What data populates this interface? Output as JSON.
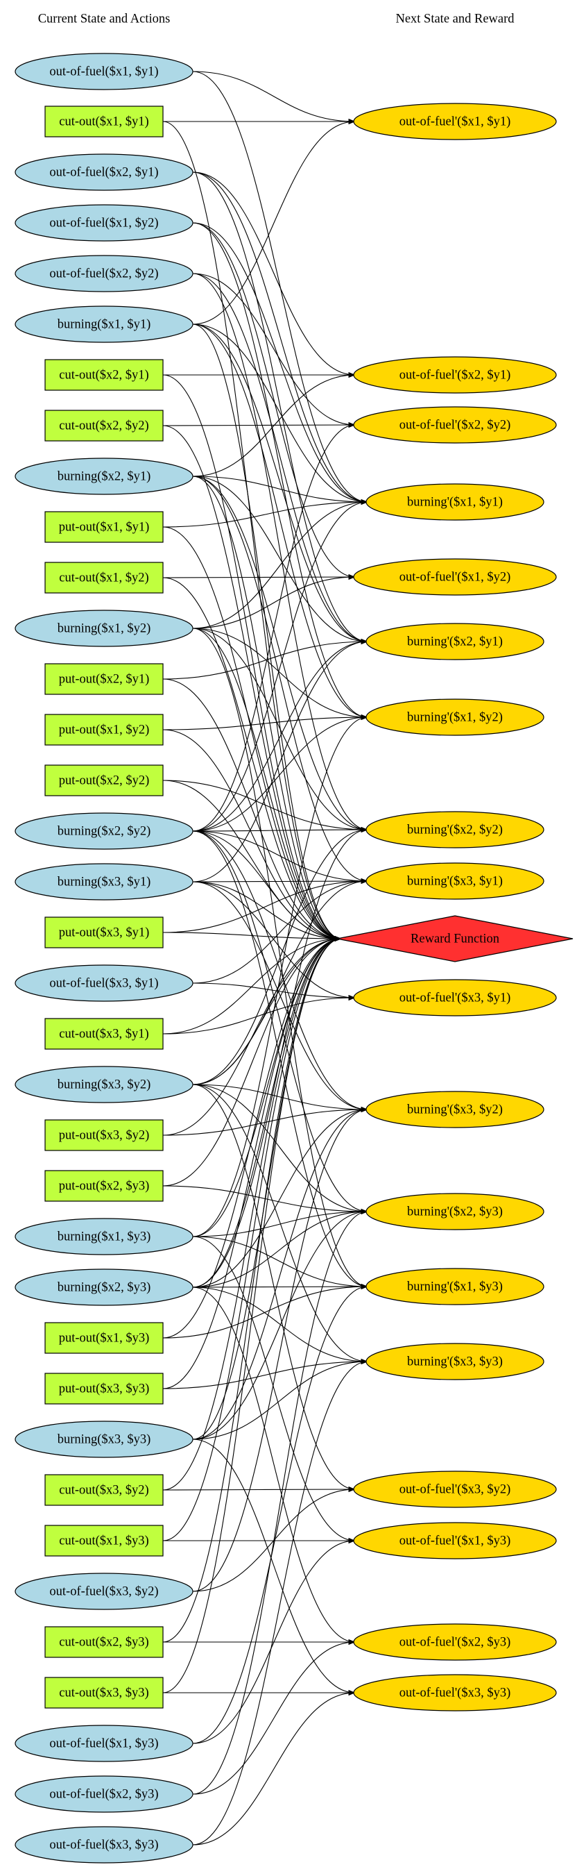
{
  "headers": {
    "left": "Current State and Actions",
    "right": "Next State and Reward"
  },
  "colors": {
    "state_fill": "#add8e6",
    "action_fill": "#c0ff3e",
    "next_state_fill": "#ffd700",
    "reward_fill": "#ff3030",
    "edge": "#000000"
  },
  "left_nodes": [
    {
      "id": "L1",
      "label": "out-of-fuel($x1, $y1)",
      "kind": "state"
    },
    {
      "id": "L2",
      "label": "cut-out($x1, $y1)",
      "kind": "action"
    },
    {
      "id": "L3",
      "label": "out-of-fuel($x2, $y1)",
      "kind": "state"
    },
    {
      "id": "L4",
      "label": "out-of-fuel($x1, $y2)",
      "kind": "state"
    },
    {
      "id": "L5",
      "label": "out-of-fuel($x2, $y2)",
      "kind": "state"
    },
    {
      "id": "L6",
      "label": "burning($x1, $y1)",
      "kind": "state"
    },
    {
      "id": "L7",
      "label": "cut-out($x2, $y1)",
      "kind": "action"
    },
    {
      "id": "L8",
      "label": "cut-out($x2, $y2)",
      "kind": "action"
    },
    {
      "id": "L9",
      "label": "burning($x2, $y1)",
      "kind": "state"
    },
    {
      "id": "L10",
      "label": "put-out($x1, $y1)",
      "kind": "action"
    },
    {
      "id": "L11",
      "label": "cut-out($x1, $y2)",
      "kind": "action"
    },
    {
      "id": "L12",
      "label": "burning($x1, $y2)",
      "kind": "state"
    },
    {
      "id": "L13",
      "label": "put-out($x2, $y1)",
      "kind": "action"
    },
    {
      "id": "L14",
      "label": "put-out($x1, $y2)",
      "kind": "action"
    },
    {
      "id": "L15",
      "label": "put-out($x2, $y2)",
      "kind": "action"
    },
    {
      "id": "L16",
      "label": "burning($x2, $y2)",
      "kind": "state"
    },
    {
      "id": "L17",
      "label": "burning($x3, $y1)",
      "kind": "state"
    },
    {
      "id": "L18",
      "label": "put-out($x3, $y1)",
      "kind": "action"
    },
    {
      "id": "L19",
      "label": "out-of-fuel($x3, $y1)",
      "kind": "state"
    },
    {
      "id": "L20",
      "label": "cut-out($x3, $y1)",
      "kind": "action"
    },
    {
      "id": "L21",
      "label": "burning($x3, $y2)",
      "kind": "state"
    },
    {
      "id": "L22",
      "label": "put-out($x3, $y2)",
      "kind": "action"
    },
    {
      "id": "L23",
      "label": "put-out($x2, $y3)",
      "kind": "action"
    },
    {
      "id": "L24",
      "label": "burning($x1, $y3)",
      "kind": "state"
    },
    {
      "id": "L25",
      "label": "burning($x2, $y3)",
      "kind": "state"
    },
    {
      "id": "L26",
      "label": "put-out($x1, $y3)",
      "kind": "action"
    },
    {
      "id": "L27",
      "label": "put-out($x3, $y3)",
      "kind": "action"
    },
    {
      "id": "L28",
      "label": "burning($x3, $y3)",
      "kind": "state"
    },
    {
      "id": "L29",
      "label": "cut-out($x3, $y2)",
      "kind": "action"
    },
    {
      "id": "L30",
      "label": "cut-out($x1, $y3)",
      "kind": "action"
    },
    {
      "id": "L31",
      "label": "out-of-fuel($x3, $y2)",
      "kind": "state"
    },
    {
      "id": "L32",
      "label": "cut-out($x2, $y3)",
      "kind": "action"
    },
    {
      "id": "L33",
      "label": "cut-out($x3, $y3)",
      "kind": "action"
    },
    {
      "id": "L34",
      "label": "out-of-fuel($x1, $y3)",
      "kind": "state"
    },
    {
      "id": "L35",
      "label": "out-of-fuel($x2, $y3)",
      "kind": "state"
    },
    {
      "id": "L36",
      "label": "out-of-fuel($x3, $y3)",
      "kind": "state"
    }
  ],
  "right_nodes": [
    {
      "id": "R1",
      "label": "out-of-fuel'($x1, $y1)",
      "kind": "next"
    },
    {
      "id": "R2",
      "label": "out-of-fuel'($x2, $y1)",
      "kind": "next"
    },
    {
      "id": "R3",
      "label": "out-of-fuel'($x2, $y2)",
      "kind": "next"
    },
    {
      "id": "R4",
      "label": "burning'($x1, $y1)",
      "kind": "next"
    },
    {
      "id": "R5",
      "label": "out-of-fuel'($x1, $y2)",
      "kind": "next"
    },
    {
      "id": "R6",
      "label": "burning'($x2, $y1)",
      "kind": "next"
    },
    {
      "id": "R7",
      "label": "burning'($x1, $y2)",
      "kind": "next"
    },
    {
      "id": "R8",
      "label": "burning'($x2, $y2)",
      "kind": "next"
    },
    {
      "id": "R9",
      "label": "burning'($x3, $y1)",
      "kind": "next"
    },
    {
      "id": "R10",
      "label": "Reward Function",
      "kind": "reward"
    },
    {
      "id": "R11",
      "label": "out-of-fuel'($x3, $y1)",
      "kind": "next"
    },
    {
      "id": "R12",
      "label": "burning'($x3, $y2)",
      "kind": "next"
    },
    {
      "id": "R13",
      "label": "burning'($x2, $y3)",
      "kind": "next"
    },
    {
      "id": "R14",
      "label": "burning'($x1, $y3)",
      "kind": "next"
    },
    {
      "id": "R15",
      "label": "burning'($x3, $y3)",
      "kind": "next"
    },
    {
      "id": "R16",
      "label": "out-of-fuel'($x3, $y2)",
      "kind": "next"
    },
    {
      "id": "R17",
      "label": "out-of-fuel'($x1, $y3)",
      "kind": "next"
    },
    {
      "id": "R18",
      "label": "out-of-fuel'($x2, $y3)",
      "kind": "next"
    },
    {
      "id": "R19",
      "label": "out-of-fuel'($x3, $y3)",
      "kind": "next"
    }
  ],
  "edges": [
    [
      "L1",
      "R1"
    ],
    [
      "L2",
      "R1"
    ],
    [
      "L6",
      "R1"
    ],
    [
      "L3",
      "R2"
    ],
    [
      "L7",
      "R2"
    ],
    [
      "L9",
      "R2"
    ],
    [
      "L5",
      "R3"
    ],
    [
      "L8",
      "R3"
    ],
    [
      "L16",
      "R3"
    ],
    [
      "L4",
      "R5"
    ],
    [
      "L11",
      "R5"
    ],
    [
      "L12",
      "R5"
    ],
    [
      "L6",
      "R4"
    ],
    [
      "L9",
      "R4"
    ],
    [
      "L10",
      "R4"
    ],
    [
      "L12",
      "R4"
    ],
    [
      "L16",
      "R4"
    ],
    [
      "L4",
      "R4"
    ],
    [
      "L3",
      "R4"
    ],
    [
      "L1",
      "R4"
    ],
    [
      "L6",
      "R6"
    ],
    [
      "L9",
      "R6"
    ],
    [
      "L13",
      "R6"
    ],
    [
      "L16",
      "R6"
    ],
    [
      "L17",
      "R6"
    ],
    [
      "L5",
      "R6"
    ],
    [
      "L3",
      "R6"
    ],
    [
      "L6",
      "R7"
    ],
    [
      "L12",
      "R7"
    ],
    [
      "L14",
      "R7"
    ],
    [
      "L16",
      "R7"
    ],
    [
      "L24",
      "R7"
    ],
    [
      "L4",
      "R7"
    ],
    [
      "L9",
      "R8"
    ],
    [
      "L12",
      "R8"
    ],
    [
      "L15",
      "R8"
    ],
    [
      "L16",
      "R8"
    ],
    [
      "L21",
      "R8"
    ],
    [
      "L25",
      "R8"
    ],
    [
      "L5",
      "R8"
    ],
    [
      "L9",
      "R9"
    ],
    [
      "L17",
      "R9"
    ],
    [
      "L18",
      "R9"
    ],
    [
      "L21",
      "R9"
    ],
    [
      "L19",
      "R9"
    ],
    [
      "L16",
      "R9"
    ],
    [
      "L6",
      "R10"
    ],
    [
      "L9",
      "R10"
    ],
    [
      "L12",
      "R10"
    ],
    [
      "L16",
      "R10"
    ],
    [
      "L17",
      "R10"
    ],
    [
      "L18",
      "R10"
    ],
    [
      "L21",
      "R10"
    ],
    [
      "L24",
      "R10"
    ],
    [
      "L25",
      "R10"
    ],
    [
      "L28",
      "R10"
    ],
    [
      "L10",
      "R10"
    ],
    [
      "L13",
      "R10"
    ],
    [
      "L14",
      "R10"
    ],
    [
      "L15",
      "R10"
    ],
    [
      "L22",
      "R10"
    ],
    [
      "L23",
      "R10"
    ],
    [
      "L26",
      "R10"
    ],
    [
      "L27",
      "R10"
    ],
    [
      "L2",
      "R10"
    ],
    [
      "L7",
      "R10"
    ],
    [
      "L8",
      "R10"
    ],
    [
      "L11",
      "R10"
    ],
    [
      "L20",
      "R10"
    ],
    [
      "L29",
      "R10"
    ],
    [
      "L30",
      "R10"
    ],
    [
      "L32",
      "R10"
    ],
    [
      "L33",
      "R10"
    ],
    [
      "L19",
      "R11"
    ],
    [
      "L20",
      "R11"
    ],
    [
      "L17",
      "R11"
    ],
    [
      "L16",
      "R12"
    ],
    [
      "L17",
      "R12"
    ],
    [
      "L21",
      "R12"
    ],
    [
      "L22",
      "R12"
    ],
    [
      "L25",
      "R12"
    ],
    [
      "L28",
      "R12"
    ],
    [
      "L31",
      "R12"
    ],
    [
      "L16",
      "R13"
    ],
    [
      "L21",
      "R13"
    ],
    [
      "L23",
      "R13"
    ],
    [
      "L24",
      "R13"
    ],
    [
      "L25",
      "R13"
    ],
    [
      "L28",
      "R13"
    ],
    [
      "L35",
      "R13"
    ],
    [
      "L12",
      "R14"
    ],
    [
      "L16",
      "R14"
    ],
    [
      "L24",
      "R14"
    ],
    [
      "L25",
      "R14"
    ],
    [
      "L26",
      "R14"
    ],
    [
      "L34",
      "R14"
    ],
    [
      "L21",
      "R15"
    ],
    [
      "L25",
      "R15"
    ],
    [
      "L27",
      "R15"
    ],
    [
      "L28",
      "R15"
    ],
    [
      "L36",
      "R15"
    ],
    [
      "L21",
      "R16"
    ],
    [
      "L29",
      "R16"
    ],
    [
      "L31",
      "R16"
    ],
    [
      "L24",
      "R17"
    ],
    [
      "L30",
      "R17"
    ],
    [
      "L34",
      "R17"
    ],
    [
      "L25",
      "R18"
    ],
    [
      "L32",
      "R18"
    ],
    [
      "L35",
      "R18"
    ],
    [
      "L28",
      "R19"
    ],
    [
      "L33",
      "R19"
    ],
    [
      "L36",
      "R19"
    ]
  ]
}
